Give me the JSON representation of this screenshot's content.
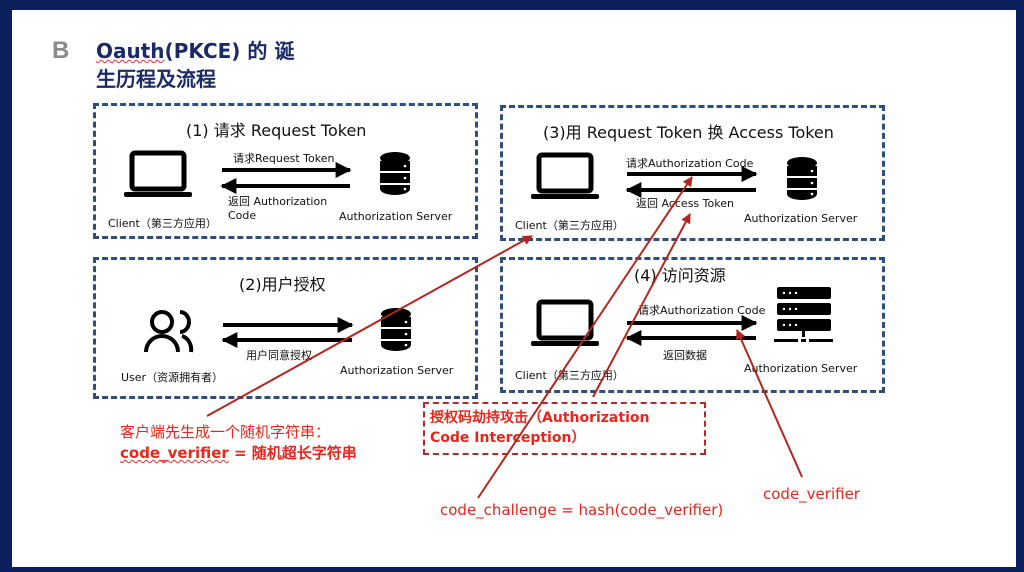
{
  "slide": {
    "section_letter": "B",
    "title_part1": "Oauth",
    "title_part2": "(PKCE) 的 诞",
    "title_line2": "生历程及流程"
  },
  "panels": [
    {
      "title": "(1) 请求 Request Token",
      "left_label": "Client（第三方应用）",
      "right_label": "Authorization Server",
      "forward_label": "请求Request Token",
      "back_label_line1": "返回 Authorization",
      "back_label_line2": "Code",
      "left_icon": "laptop-icon",
      "right_icon": "database-icon"
    },
    {
      "title": "(2)用户授权",
      "left_label": "User（资源拥有者）",
      "right_label": "Authorization Server",
      "forward_label": "",
      "back_label_line1": "用户同意授权",
      "left_icon": "users-icon",
      "right_icon": "database-icon"
    },
    {
      "title": "(3)用 Request Token 换 Access Token",
      "left_label": "Client（第三方应用）",
      "right_label": "Authorization Server",
      "forward_label": "请求Authorization Code",
      "back_label_line1": "返回 Access Token",
      "left_icon": "laptop-icon",
      "right_icon": "database-icon"
    },
    {
      "title": "(4) 访问资源",
      "left_label": "Client（第三方应用）",
      "right_label": "Authorization Server",
      "forward_label": "请求Authorization Code",
      "back_label_line1": "返回数据",
      "left_icon": "laptop-icon",
      "right_icon": "server-rack-icon"
    }
  ],
  "annotations": {
    "verifier_intro": "客户端先生成一个随机字符串：",
    "verifier_def_code": "code_verifier",
    "verifier_def_rest": " = 随机超长字符串",
    "attack_line1": "授权码劫持攻击（Authorization",
    "attack_line2": "Code Interception）",
    "challenge_formula": "code_challenge = hash(code_verifier)",
    "verifier_label": "code_verifier"
  },
  "colors": {
    "frame": "#0b1f5c",
    "panel_border": "#2d4f7f",
    "annotation_red": "#e8261c",
    "arrow_red": "#b3261e",
    "title_navy": "#1a2a66"
  }
}
